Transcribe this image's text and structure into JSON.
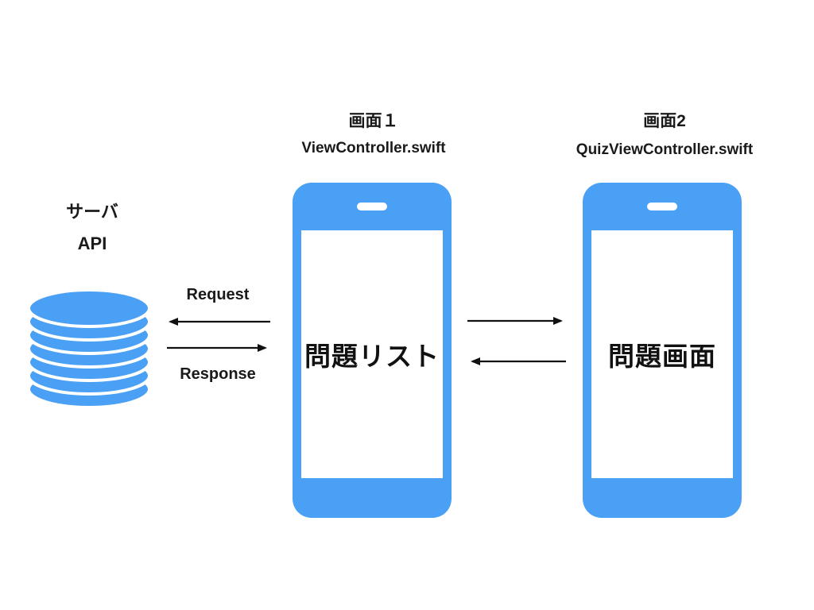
{
  "diagram": {
    "server": {
      "label_line1": "サーバ",
      "label_line2": "API"
    },
    "request_label": "Request",
    "response_label": "Response",
    "phone1": {
      "title": "画面１",
      "subtitle": "ViewController.swift",
      "screen_text": "問題リスト"
    },
    "phone2": {
      "title": "画面2",
      "subtitle": "QuizViewController.swift",
      "screen_text": "問題画面"
    },
    "colors": {
      "accent": "#4aa0f4",
      "ink": "#1a1a1a"
    }
  }
}
